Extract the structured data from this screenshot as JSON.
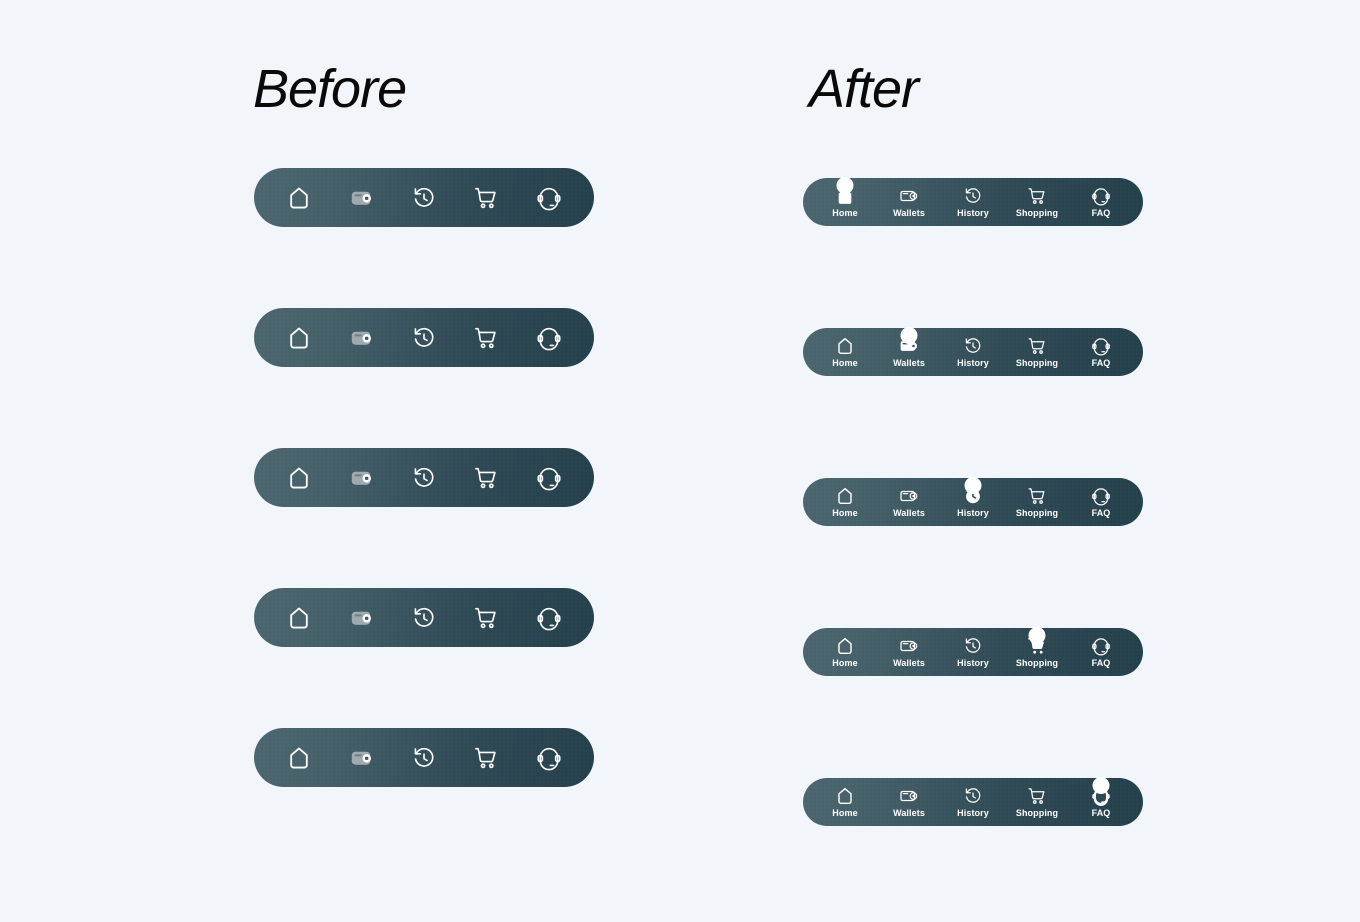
{
  "headings": {
    "before": "Before",
    "after": "After"
  },
  "colors": {
    "page_background": "#f2f6fa",
    "bar_gradient_start": "#4c6670",
    "bar_gradient_end": "#24404b",
    "active_indicator": "#ffffff",
    "label_text": "#ffffff",
    "icon_stroke": "#ffffff",
    "before_wallet_fill": "#b9c2c6"
  },
  "nav": {
    "items": [
      {
        "id": "home",
        "label": "Home",
        "icon": "home-icon"
      },
      {
        "id": "wallets",
        "label": "Wallets",
        "icon": "wallet-icon"
      },
      {
        "id": "history",
        "label": "History",
        "icon": "clock-history-icon"
      },
      {
        "id": "shopping",
        "label": "Shopping",
        "icon": "shopping-cart-icon"
      },
      {
        "id": "faq",
        "label": "FAQ",
        "icon": "headset-icon"
      }
    ]
  },
  "before_rows": [
    {
      "index": 1,
      "active": null
    },
    {
      "index": 2,
      "active": null
    },
    {
      "index": 3,
      "active": null
    },
    {
      "index": 4,
      "active": null
    },
    {
      "index": 5,
      "active": null
    }
  ],
  "after_rows": [
    {
      "index": 1,
      "active": "home"
    },
    {
      "index": 2,
      "active": "wallets"
    },
    {
      "index": 3,
      "active": "history"
    },
    {
      "index": 4,
      "active": "shopping"
    },
    {
      "index": 5,
      "active": "faq"
    }
  ]
}
